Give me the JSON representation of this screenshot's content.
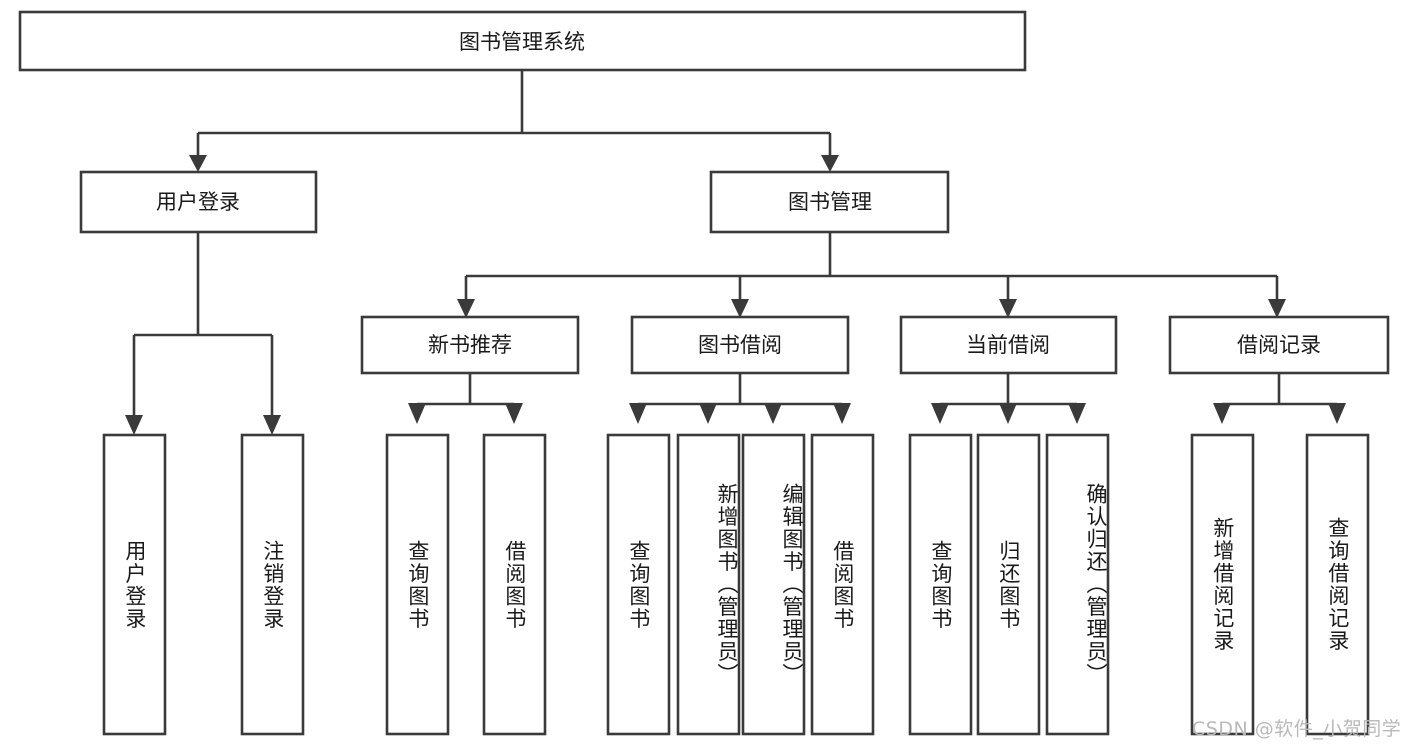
{
  "diagram": {
    "title": "图书管理系统",
    "type": "tree-hierarchy-chart",
    "root": {
      "id": "root",
      "label": "图书管理系统",
      "orientation": "horizontal"
    },
    "level2": [
      {
        "id": "user-login",
        "label": "用户登录",
        "orientation": "horizontal"
      },
      {
        "id": "book-management",
        "label": "图书管理",
        "orientation": "horizontal"
      }
    ],
    "level3": [
      {
        "id": "new-book-recommend",
        "label": "新书推荐",
        "orientation": "horizontal",
        "parent": "book-management"
      },
      {
        "id": "book-borrow",
        "label": "图书借阅",
        "orientation": "horizontal",
        "parent": "book-management"
      },
      {
        "id": "current-borrow",
        "label": "当前借阅",
        "orientation": "horizontal",
        "parent": "book-management"
      },
      {
        "id": "borrow-record",
        "label": "借阅记录",
        "orientation": "horizontal",
        "parent": "book-management"
      }
    ],
    "leaves": [
      {
        "id": "leaf-user-login",
        "label": "用户登录",
        "orientation": "vertical",
        "parent": "user-login"
      },
      {
        "id": "leaf-logout",
        "label": "注销登录",
        "orientation": "vertical",
        "parent": "user-login"
      },
      {
        "id": "leaf-query-book-1",
        "label": "查询图书",
        "orientation": "vertical",
        "parent": "new-book-recommend"
      },
      {
        "id": "leaf-borrow-book-1",
        "label": "借阅图书",
        "orientation": "vertical",
        "parent": "new-book-recommend"
      },
      {
        "id": "leaf-query-book-2",
        "label": "查询图书",
        "orientation": "vertical",
        "parent": "book-borrow"
      },
      {
        "id": "leaf-add-book",
        "label": "新增图书（管理员）",
        "orientation": "vertical",
        "parent": "book-borrow"
      },
      {
        "id": "leaf-edit-book",
        "label": "编辑图书（管理员）",
        "orientation": "vertical",
        "parent": "book-borrow"
      },
      {
        "id": "leaf-borrow-book-2",
        "label": "借阅图书",
        "orientation": "vertical",
        "parent": "book-borrow"
      },
      {
        "id": "leaf-query-book-3",
        "label": "查询图书",
        "orientation": "vertical",
        "parent": "current-borrow"
      },
      {
        "id": "leaf-return-book",
        "label": "归还图书",
        "orientation": "vertical",
        "parent": "current-borrow"
      },
      {
        "id": "leaf-confirm-return",
        "label": "确认归还（管理员）",
        "orientation": "vertical",
        "parent": "current-borrow"
      },
      {
        "id": "leaf-add-record",
        "label": "新增借阅记录",
        "orientation": "vertical",
        "parent": "borrow-record"
      },
      {
        "id": "leaf-query-record",
        "label": "查询借阅记录",
        "orientation": "vertical",
        "parent": "borrow-record"
      }
    ]
  },
  "watermark": {
    "text": "CSDN @软件_小贺同学"
  },
  "colors": {
    "stroke": "#3a3a3a",
    "fill": "#ffffff",
    "text": "#1a1a1a",
    "watermark": "#b9b9b9"
  }
}
